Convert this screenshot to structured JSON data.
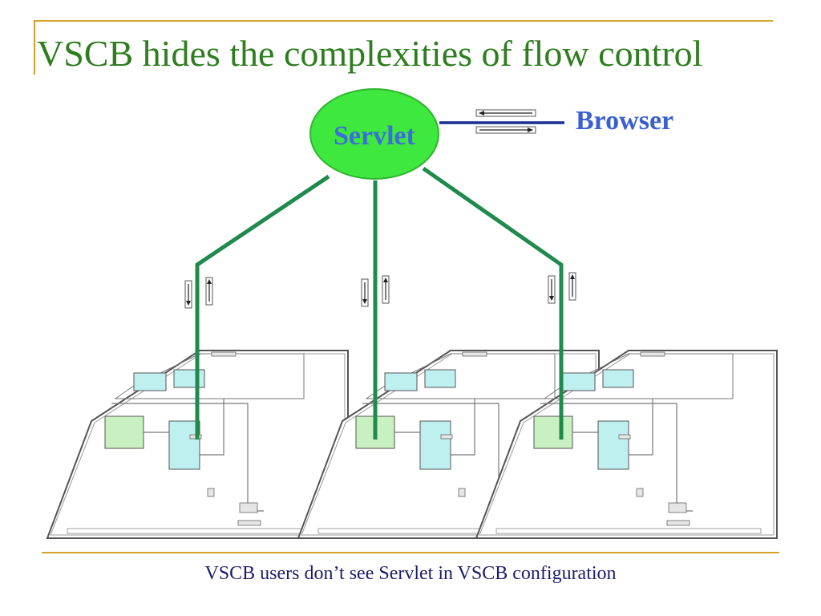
{
  "slide": {
    "title": "VSCB hides the complexities of flow control",
    "caption": "VSCB users don’t see Servlet in VSCB configuration"
  },
  "diagram": {
    "servlet_label": "Servlet",
    "browser_label": "Browser",
    "configurations": [
      {
        "id": "config-1"
      },
      {
        "id": "config-2"
      },
      {
        "id": "config-3"
      }
    ]
  },
  "colors": {
    "accent_rule": "#d4a12a",
    "title_text": "#2e7d1f",
    "servlet_fill": "#3ee83e",
    "servlet_text": "#3a6fd8",
    "browser_text": "#3a5fcf",
    "browser_link": "#1a2f8f",
    "connector": "#1f8a4c",
    "module_cyan": "#bff0f0",
    "module_green": "#c8f0c0",
    "caption_text": "#1c1c6e"
  }
}
